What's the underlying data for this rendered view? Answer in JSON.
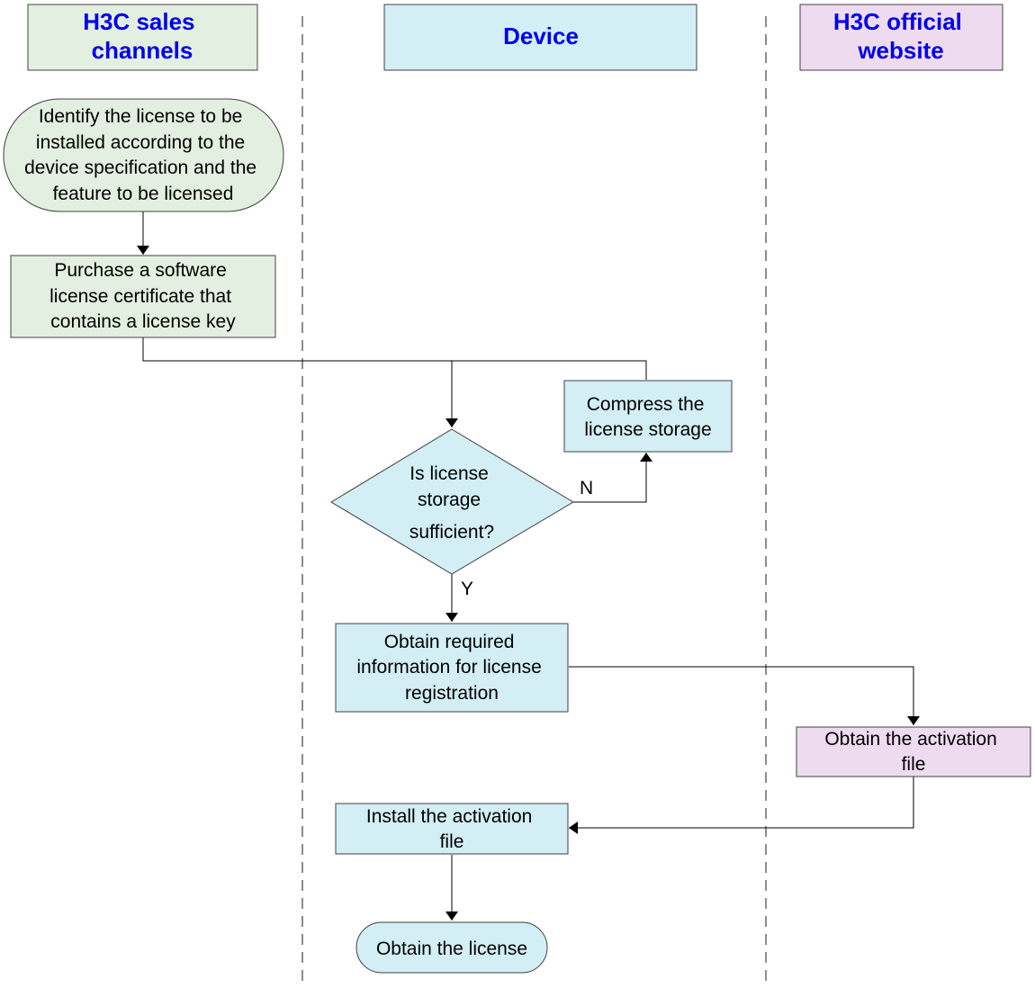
{
  "colors": {
    "sales_fill": "#e3efe0",
    "device_fill": "#d3eef5",
    "website_fill": "#efdbef",
    "title_text": "#0000ee",
    "stroke": "#404040",
    "divider": "#8c8c8c",
    "edge": "#000000"
  },
  "lanes": {
    "sales": "H3C sales channels",
    "sales_lines": [
      "H3C sales",
      "channels"
    ],
    "device": "Device",
    "website": "H3C official website",
    "website_lines": [
      "H3C official",
      "website"
    ]
  },
  "nodes": {
    "identify": {
      "shape": "terminator",
      "lane": "sales",
      "lines": [
        "Identify the license to be",
        "installed according to the",
        "device specification and the",
        "feature to be licensed"
      ]
    },
    "purchase": {
      "shape": "process",
      "lane": "sales",
      "lines": [
        "Purchase a software",
        "license certificate that",
        "contains a license key"
      ]
    },
    "decision": {
      "shape": "decision",
      "lane": "device",
      "lines": [
        "Is license",
        "storage",
        "sufficient?"
      ]
    },
    "compress": {
      "shape": "process",
      "lane": "device",
      "lines": [
        "Compress the",
        "license storage"
      ]
    },
    "obtain_info": {
      "shape": "process",
      "lane": "device",
      "lines": [
        "Obtain required",
        "information for license",
        "registration"
      ]
    },
    "obtain_activation": {
      "shape": "process",
      "lane": "website",
      "lines": [
        "Obtain the activation",
        "file"
      ]
    },
    "install": {
      "shape": "process",
      "lane": "device",
      "lines": [
        "Install the activation",
        "file"
      ]
    },
    "obtain_license": {
      "shape": "terminator",
      "lane": "device",
      "lines": [
        "Obtain the license"
      ]
    }
  },
  "edges": [
    {
      "from": "identify",
      "to": "purchase",
      "label": ""
    },
    {
      "from": "purchase",
      "to": "decision",
      "label": ""
    },
    {
      "from": "decision",
      "to": "compress",
      "label": "N"
    },
    {
      "from": "compress",
      "to": "decision",
      "label": ""
    },
    {
      "from": "decision",
      "to": "obtain_info",
      "label": "Y"
    },
    {
      "from": "obtain_info",
      "to": "obtain_activation",
      "label": ""
    },
    {
      "from": "obtain_activation",
      "to": "install",
      "label": ""
    },
    {
      "from": "install",
      "to": "obtain_license",
      "label": ""
    }
  ]
}
